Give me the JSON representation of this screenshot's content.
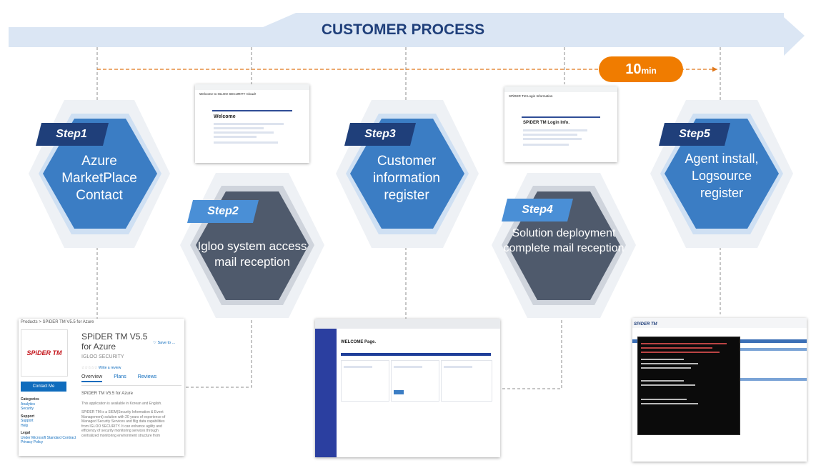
{
  "banner": {
    "title": "CUSTOMER PROCESS"
  },
  "timer": {
    "value": "10",
    "unit": "min"
  },
  "steps": [
    {
      "tag": "Step1",
      "title": "Azure MarketPlace Contact"
    },
    {
      "tag": "Step2",
      "title": "Igloo system access mail reception"
    },
    {
      "tag": "Step3",
      "title": "Customer information register"
    },
    {
      "tag": "Step4",
      "title": "Solution deployment complete mail reception"
    },
    {
      "tag": "Step5",
      "title": "Agent install, Logsource register"
    }
  ],
  "mail1": {
    "subject": "Welcome to IGLOO SECURITY Cloud!",
    "heading": "Welcome"
  },
  "mail2": {
    "subject": "SPiDER TM Login Information",
    "heading": "SPiDER TM Login Info."
  },
  "marketplace": {
    "breadcrumb_root": "Products",
    "breadcrumb_item": "SPiDER TM V5.5 for Azure",
    "logo_text": "SPiDER TM",
    "product_title_line1": "SPiDER TM V5.5",
    "product_title_line2": "for Azure",
    "vendor": "IGLOO SECURITY",
    "save_label": "Save to ...",
    "review_label": "Write a review",
    "tabs": [
      "Overview",
      "Plans",
      "Reviews"
    ],
    "contact_label": "Contact Me",
    "categories_title": "Categories",
    "categories": [
      "Analytics",
      "Security"
    ],
    "support_title": "Support",
    "support_links": [
      "Support",
      "Help"
    ],
    "legal_title": "Legal",
    "legal_links": [
      "Under Microsoft Standard Contract",
      "Privacy Policy"
    ],
    "subtitle": "SPiDER TM V5.5 for Azure",
    "availability": "This application is available in Korean and English.",
    "description": [
      "SPiDER TM is a SIEM(Security Information & Event",
      "Management) solution with 20 years of experience of",
      "Managed Security Services and Big data capabilities",
      "from IGLOO SECURITY. It can enhance agility and",
      "efficiency of security monitoring services through",
      "centralized monitoring environment structure from"
    ]
  },
  "register_page": {
    "heading": "WELCOME Page."
  },
  "console_app": {
    "logo_text": "SPiDER TM"
  },
  "colors": {
    "banner": "#dbe6f4",
    "banner_text": "#1f3f7a",
    "step_blue": "#3b7dc4",
    "step_dark": "#4f5a6c",
    "tag_navy": "#1f3f7a",
    "tag_light": "#4a8fd6",
    "timer": "#f07c00"
  }
}
